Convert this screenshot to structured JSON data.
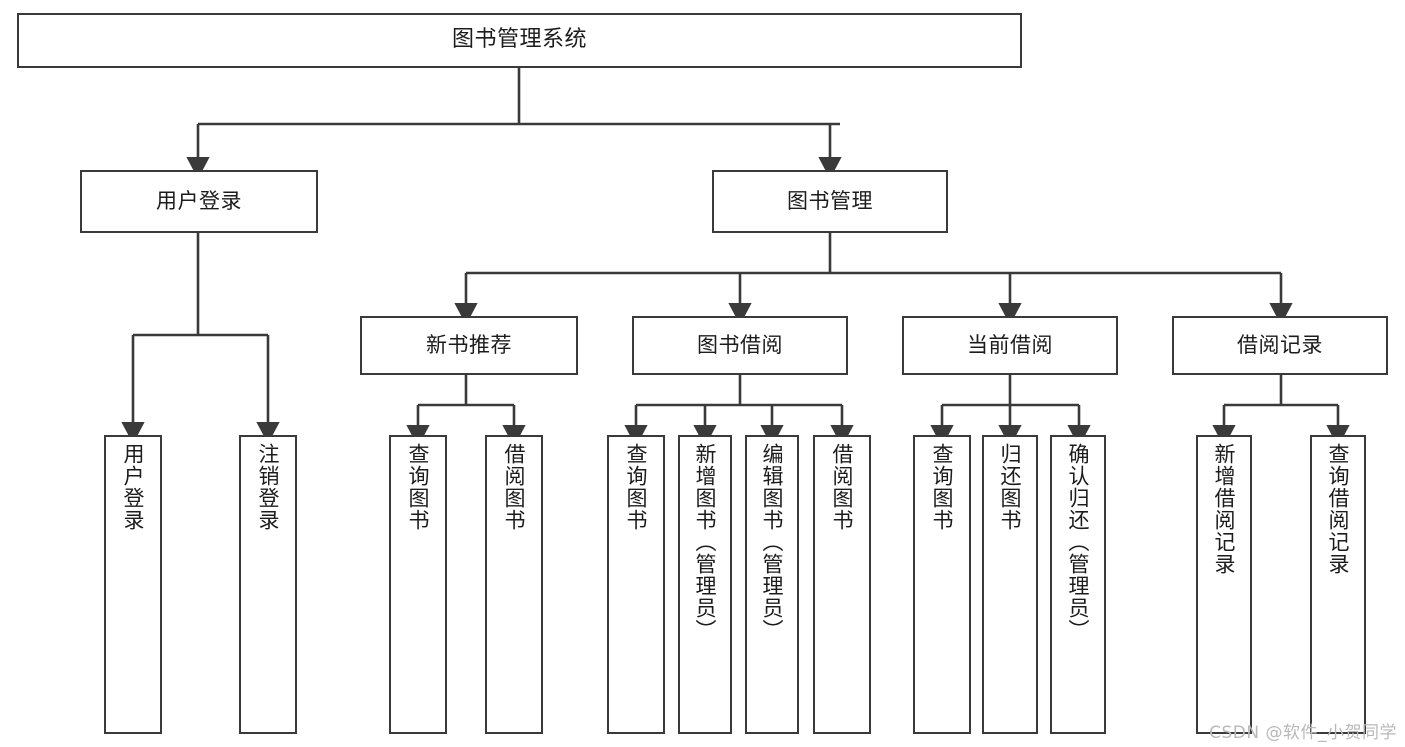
{
  "diagram": {
    "type": "tree-flowchart",
    "title": "图书管理系统",
    "watermark": "CSDN @软件_小贺同学",
    "colors": {
      "box_stroke": "#3a3a3a",
      "box_fill": "#ffffff",
      "line": "#3a3a3a",
      "text": "#1c1c1c",
      "watermark": "#b9b9b9",
      "background": "#ffffff"
    },
    "levels": {
      "root": "图书管理系统",
      "level2": [
        "用户登录",
        "图书管理"
      ],
      "level3": [
        "新书推荐",
        "图书借阅",
        "当前借阅",
        "借阅记录"
      ],
      "level4": [
        "用户登录",
        "注销登录",
        "查询图书",
        "借阅图书",
        "查询图书",
        "新增图书（管理员）",
        "编辑图书（管理员）",
        "借阅图书",
        "查询图书",
        "归还图书",
        "确认归还（管理员）",
        "新增借阅记录",
        "查询借阅记录"
      ]
    },
    "nodes": {
      "root": {
        "label": "图书管理系统"
      },
      "user_login": {
        "label": "用户登录"
      },
      "book_mgmt": {
        "label": "图书管理"
      },
      "new_book_rec": {
        "label": "新书推荐"
      },
      "book_borrow": {
        "label": "图书借阅"
      },
      "current_borrow": {
        "label": "当前借阅"
      },
      "borrow_record": {
        "label": "借阅记录"
      },
      "leaf_user_login": {
        "label": "用户登录"
      },
      "leaf_logout": {
        "label": "注销登录"
      },
      "leaf_query_book_a": {
        "label": "查询图书"
      },
      "leaf_borrow_book_a": {
        "label": "借阅图书"
      },
      "leaf_query_book_b": {
        "label": "查询图书"
      },
      "leaf_add_book": {
        "label": "新增图书（管理员）"
      },
      "leaf_edit_book": {
        "label": "编辑图书（管理员）"
      },
      "leaf_borrow_book_b": {
        "label": "借阅图书"
      },
      "leaf_query_book_c": {
        "label": "查询图书"
      },
      "leaf_return_book": {
        "label": "归还图书"
      },
      "leaf_confirm_return": {
        "label": "确认归还（管理员）"
      },
      "leaf_add_record": {
        "label": "新增借阅记录"
      },
      "leaf_query_record": {
        "label": "查询借阅记录"
      }
    },
    "edges": [
      {
        "from": "root",
        "to": "user_login"
      },
      {
        "from": "root",
        "to": "book_mgmt"
      },
      {
        "from": "user_login",
        "to": "leaf_user_login"
      },
      {
        "from": "user_login",
        "to": "leaf_logout"
      },
      {
        "from": "book_mgmt",
        "to": "new_book_rec"
      },
      {
        "from": "book_mgmt",
        "to": "book_borrow"
      },
      {
        "from": "book_mgmt",
        "to": "current_borrow"
      },
      {
        "from": "book_mgmt",
        "to": "borrow_record"
      },
      {
        "from": "new_book_rec",
        "to": "leaf_query_book_a"
      },
      {
        "from": "new_book_rec",
        "to": "leaf_borrow_book_a"
      },
      {
        "from": "book_borrow",
        "to": "leaf_query_book_b"
      },
      {
        "from": "book_borrow",
        "to": "leaf_add_book"
      },
      {
        "from": "book_borrow",
        "to": "leaf_edit_book"
      },
      {
        "from": "book_borrow",
        "to": "leaf_borrow_book_b"
      },
      {
        "from": "current_borrow",
        "to": "leaf_query_book_c"
      },
      {
        "from": "current_borrow",
        "to": "leaf_return_book"
      },
      {
        "from": "current_borrow",
        "to": "leaf_confirm_return"
      },
      {
        "from": "borrow_record",
        "to": "leaf_add_record"
      },
      {
        "from": "borrow_record",
        "to": "leaf_query_record"
      }
    ]
  }
}
